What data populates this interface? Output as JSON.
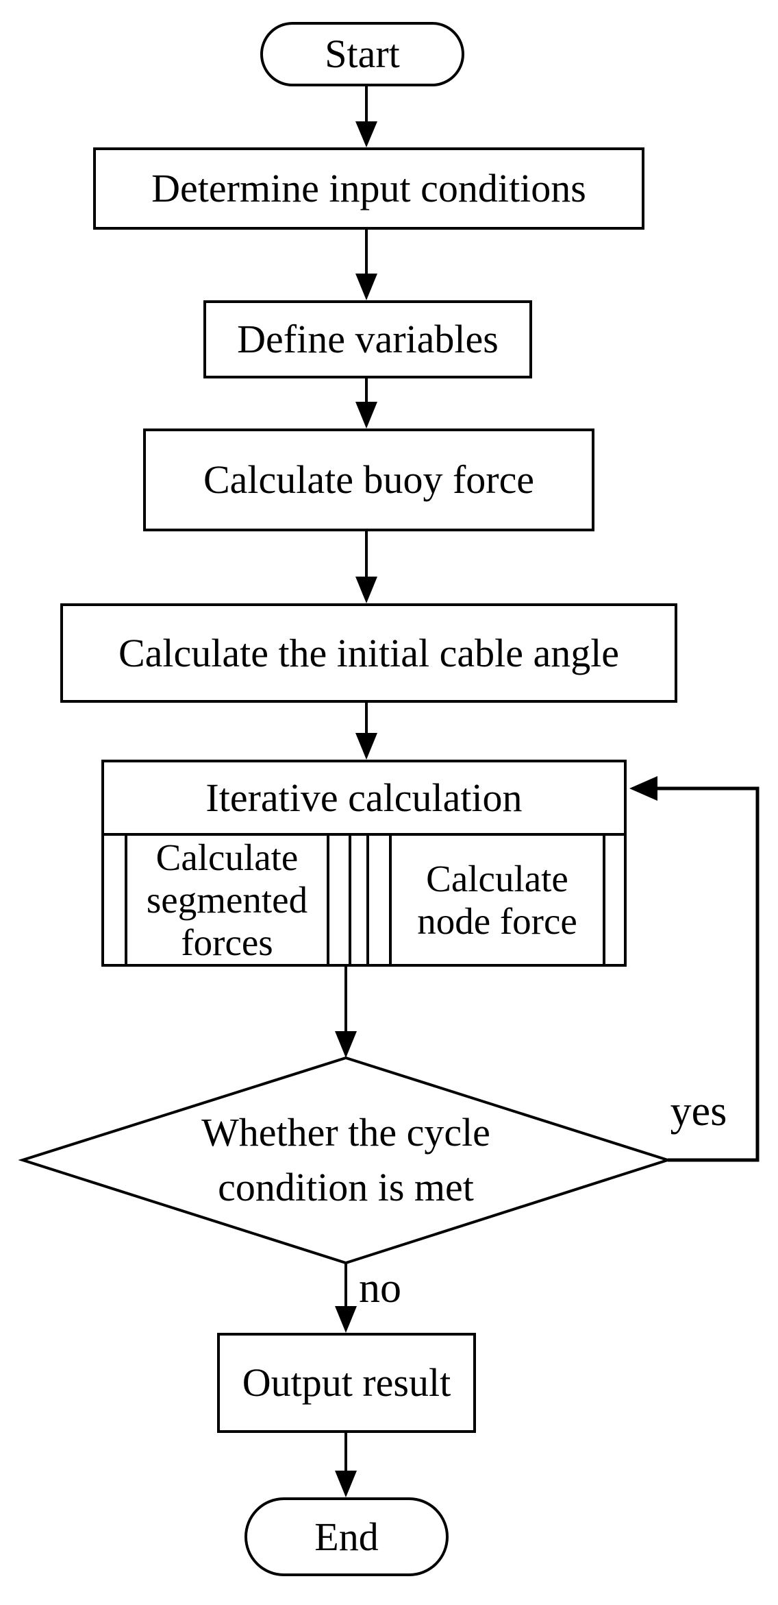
{
  "meta": {
    "diagram_type": "flowchart",
    "ink_color": "#000000",
    "background_color": "#ffffff"
  },
  "nodes": {
    "start": {
      "label": "Start",
      "shape": "terminator"
    },
    "determine_input": {
      "label": "Determine input conditions",
      "shape": "process"
    },
    "define_variables": {
      "label": "Define variables",
      "shape": "process"
    },
    "calc_buoy": {
      "label": "Calculate buoy force",
      "shape": "process"
    },
    "calc_cable": {
      "label": "Calculate the initial cable angle",
      "shape": "process"
    },
    "iterative": {
      "label": "Iterative calculation",
      "shape": "process-with-subprocesses",
      "sub_left_label": "Calculate segmented forces",
      "sub_right_label": "Calculate node force"
    },
    "decision": {
      "label": "Whether the cycle condition is met",
      "shape": "decision"
    },
    "output": {
      "label": "Output result",
      "shape": "process"
    },
    "end": {
      "label": "End",
      "shape": "terminator"
    }
  },
  "edge_labels": {
    "yes": "yes",
    "no": "no"
  }
}
